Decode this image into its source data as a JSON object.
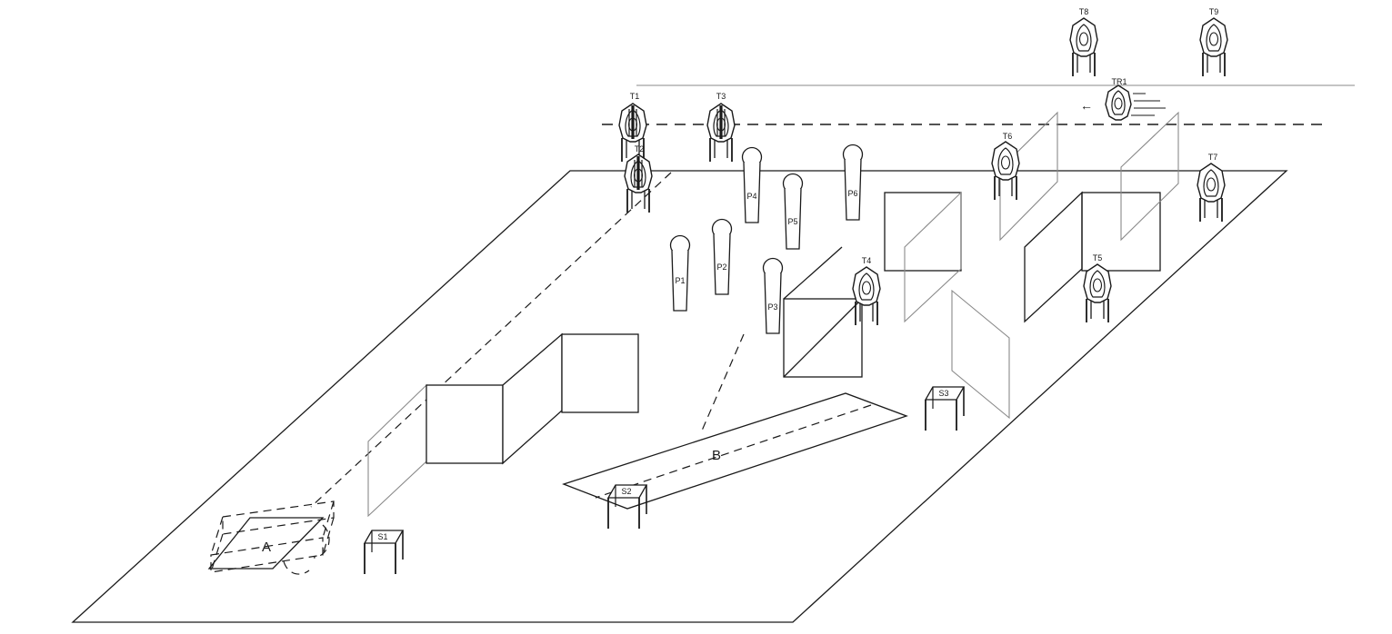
{
  "steel_targets": [
    {
      "id": "t1",
      "label": "T1",
      "kind": "no-shoot"
    },
    {
      "id": "t2",
      "label": "T2",
      "kind": "no-shoot"
    },
    {
      "id": "t3",
      "label": "T3",
      "kind": "no-shoot"
    },
    {
      "id": "t4",
      "label": "T4",
      "kind": "plain"
    },
    {
      "id": "t5",
      "label": "T5",
      "kind": "plain"
    },
    {
      "id": "t6",
      "label": "T6",
      "kind": "plain"
    },
    {
      "id": "t7",
      "label": "T7",
      "kind": "plain"
    },
    {
      "id": "t8",
      "label": "T8",
      "kind": "plain"
    },
    {
      "id": "t9",
      "label": "T9",
      "kind": "plain"
    }
  ],
  "moving_target": {
    "id": "tr1",
    "label": "TR1",
    "direction_glyph": "←"
  },
  "poppers": [
    {
      "id": "p1",
      "label": "P1"
    },
    {
      "id": "p2",
      "label": "P2"
    },
    {
      "id": "p3",
      "label": "P3"
    },
    {
      "id": "p4",
      "label": "P4"
    },
    {
      "id": "p5",
      "label": "P5"
    },
    {
      "id": "p6",
      "label": "P6"
    }
  ],
  "tables": [
    {
      "id": "s1",
      "label": "S1"
    },
    {
      "id": "s2",
      "label": "S2"
    },
    {
      "id": "s3",
      "label": "S3"
    }
  ],
  "shooting_areas": [
    {
      "id": "a",
      "label": "A"
    },
    {
      "id": "b",
      "label": "B"
    }
  ],
  "colors": {
    "line": "#1a1a1a",
    "grey_line": "#8a8a8a",
    "background": "#ffffff"
  }
}
